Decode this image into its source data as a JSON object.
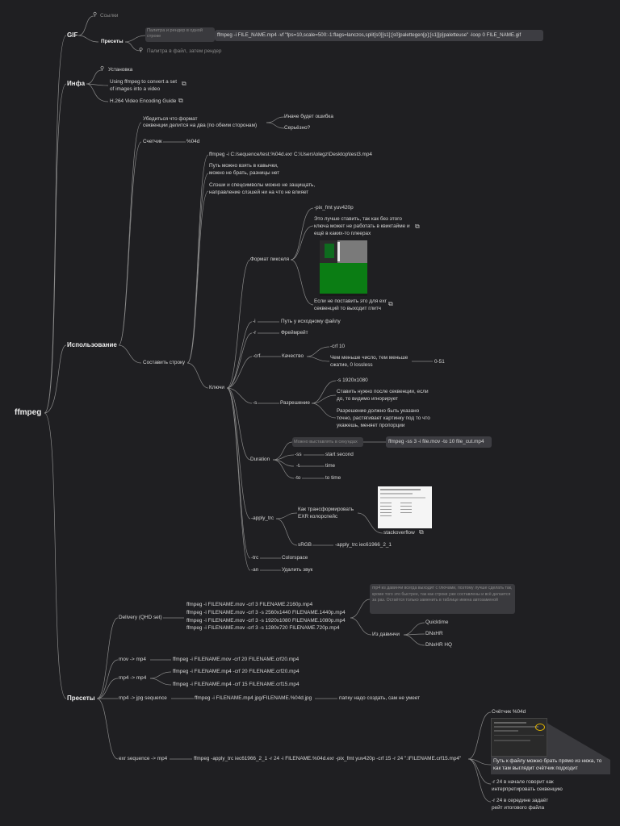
{
  "root": "ffmpeg",
  "gif": {
    "title": "GIF",
    "links": "Ссылки",
    "presets": "Пресеты",
    "note": "Палитра и рендер в одной строке",
    "command": "ffmpeg -i FILE_NAME.mp4 -vf \"fps=10,scale=500:-1:flags=lanczos,split[s0][s1];[s0]palettegen[p];[s1][p]paletteuse\" -loop 0 FILE_NAME.gif",
    "palette_then_render": "Палитра в файл, затем рендер"
  },
  "info": {
    "title": "Инфа",
    "install": "Установка",
    "images_guide_1": "Using ffmpeg to convert a set",
    "images_guide_2": "of images into a video",
    "h264_guide": "H.264 Video Encoding Guide"
  },
  "usage": {
    "title": "Использование",
    "ensure_1": "Убедиться что формат",
    "ensure_2": "секвенции делится на два (по обеим сторонам)",
    "else_error": "Иначе будет ошибка",
    "seriously": "Серьёзно?",
    "counter": "Счетчик",
    "counter_value": "%04d",
    "compose": "Составить строку",
    "cmd_example": "ffmpeg -i C:/sequence/test.%04d.exr C:\\Users\\olegz\\Desktop\\test3.mp4",
    "quotes_1": "Путь можно взять в кавычки,",
    "quotes_2": "можно не брать, разницы нет",
    "slashes_1": "Слэши и спецсимволы можно не защищать,",
    "slashes_2": "направление слэшей ни на что не влияет",
    "keys": "Ключи",
    "pixfmt": "Формат пикселя",
    "pixfmt_value": "-pix_fmt yuv420p",
    "pixfmt_note_1": "Это лучше ставить, так как без этого",
    "pixfmt_note_2": "ключа может не работать в квиктайме и",
    "pixfmt_note_3": "ещё в каких-то плеерах",
    "pixfmt_glitch_1": "Если не поставить это для exr",
    "pixfmt_glitch_2": "секвенций то выходит глитч",
    "key_i": "-i",
    "key_i_desc": "Путь у исходному файлу",
    "key_r": "-r",
    "key_r_desc": "Фреймрейт",
    "key_crf": "-crf",
    "crf_quality": "Качество",
    "crf_value": "-crf 10",
    "crf_note_1": "Чем меньше число, тем меньше",
    "crf_note_2": "сжатие, 0 lossless",
    "crf_range": "0-51",
    "key_s": "-s",
    "resolution": "Разрешение",
    "res_value": "-s 1920x1080",
    "res_note1_1": "Ставить нужно после секвенции, если",
    "res_note1_2": "до, то видимо игнорирует",
    "res_note2_1": "Разрешение должно быть указано",
    "res_note2_2": "точно, растягивает картинку под то что",
    "res_note2_3": "укажешь, меняет пропорции",
    "duration": "Duration",
    "dur_note": "Можно выставлять в секундах",
    "dur_cmd": "ffmpeg -ss 3 -i file.mov -to 10 file_cut.mp4",
    "ss": "-ss",
    "ss_desc": "start second",
    "t": "-t",
    "t_desc": "time",
    "to": "-to",
    "to_desc": "to time",
    "apply_trc": "-apply_trc",
    "trc_how_1": "Как трансформировать",
    "trc_how_2": "EXR колорспейс",
    "stackoverflow": "stackoverflow",
    "srgb": "sRGB",
    "srgb_value": "-apply_trc iec61966_2_1",
    "trc": "-trc",
    "trc_desc": "Colorspace",
    "an": "-an",
    "an_desc": "Удалить звук"
  },
  "presets": {
    "title": "Пресеты",
    "delivery": "Delivery (QHD set)",
    "delivery_cmds": [
      "ffmpeg -i FILENAME.mov -crf 3 FILENAME.2160p.mp4",
      "ffmpeg -i FILENAME.mov -crf 3 -s 2560x1440 FILENAME.1440p.mp4",
      "ffmpeg -i FILENAME.mov -crf 3 -s 1920x1080 FILENAME.1080p.mp4",
      "ffmpeg -i FILENAME.mov -crf 3 -s 1280x720 FILENAME.720p.mp4"
    ],
    "davinci_note": "mp4 из давинчи всегда выходит с глючами, поэтому лучше сделать так, кроме того это быстрее, так как строки уже составлены и всё делается за раз. Остаётся только заменить в таблице имена автозаменой",
    "from_davinci": "Из давинчи",
    "davinci_codecs": [
      "Quicktime",
      "DNxHR",
      "DNxHR HQ"
    ],
    "mov_mp4": "mov -> mp4",
    "mov_mp4_cmd": "ffmpeg -i FILENAME.mov -crf 20 FILENAME.crf20.mp4",
    "mp4_mp4": "mp4 -> mp4",
    "mp4_mp4_cmds": [
      "ffmpeg -i FILENAME.mp4 -crf 20 FILENAME.crf20.mp4",
      "ffmpeg -i FILENAME.mp4 -crf 15 FILENAME.crf15.mp4"
    ],
    "mp4_jpg": "mp4 -> jpg sequence",
    "mp4_jpg_cmd": "ffmpeg -i FILENAME.mp4 jpg/FILENAME.%04d.jpg",
    "mp4_jpg_note": "папку надо создать, сам не умеет",
    "exr_mp4": "exr sequence -> mp4",
    "exr_mp4_cmd": "ffmpeg -apply_trc iec61966_2_1 -r 24 -i FILENAME.%04d.exr -pix_fmt yuv420p -crf 15 -r 24 \".\\FILENAME.crf15.mp4\"",
    "exr_counter": "Счётчик %04d",
    "exr_path_1": "Путь к файлу можно брать прямо из нюка, то",
    "exr_path_2": "как там выглядит счётчик подходит",
    "exr_r_begin_1": "-r 24 в начале говорит как",
    "exr_r_begin_2": "интерпретировать секвенцию",
    "exr_r_mid_1": "-r 24 в середине задаёт",
    "exr_r_mid_2": "рейт итогового файла"
  },
  "colors": {
    "background": "#1f1f22",
    "edge": "#8a8a8a",
    "note_box": "#3a3a3e",
    "text": "#d6d6d6"
  }
}
